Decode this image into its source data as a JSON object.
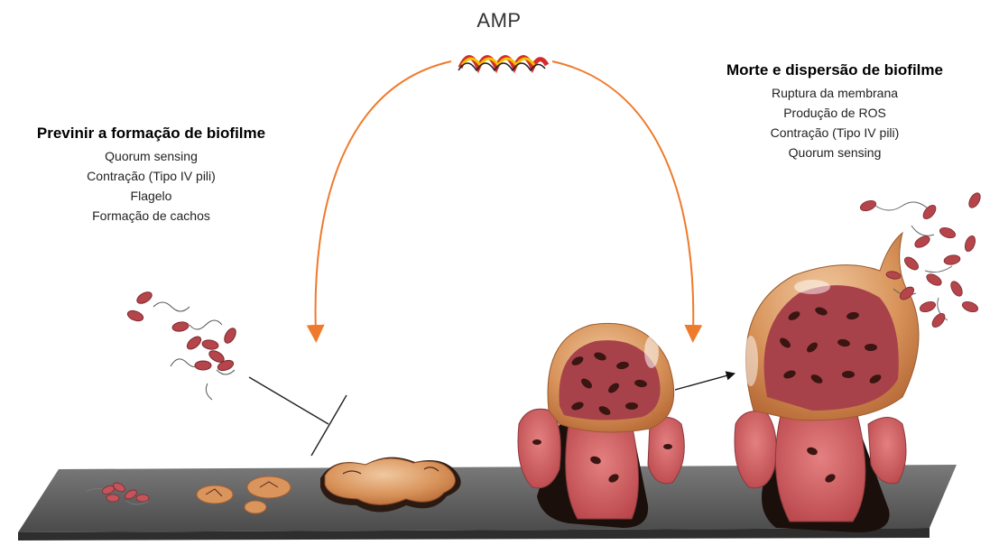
{
  "amp": {
    "label": "AMP"
  },
  "prevent": {
    "title": "Previnir a formação de biofilme",
    "items": [
      "Quorum sensing",
      "Contração (Tipo IV pili)",
      "Flagelo",
      "Formação de cachos"
    ]
  },
  "death": {
    "title": "Morte e dispersão de biofilme",
    "items": [
      "Ruptura da membrana",
      "Produção de ROS",
      "Contração (Tipo IV pili)",
      "Quorum sensing"
    ]
  },
  "colors": {
    "arrow": "#f07a2b",
    "surface": "#5a5a5a",
    "bacteria": "#b5454a",
    "biofilm": "#d99a62",
    "biofilm_dark": "#5a2420"
  }
}
